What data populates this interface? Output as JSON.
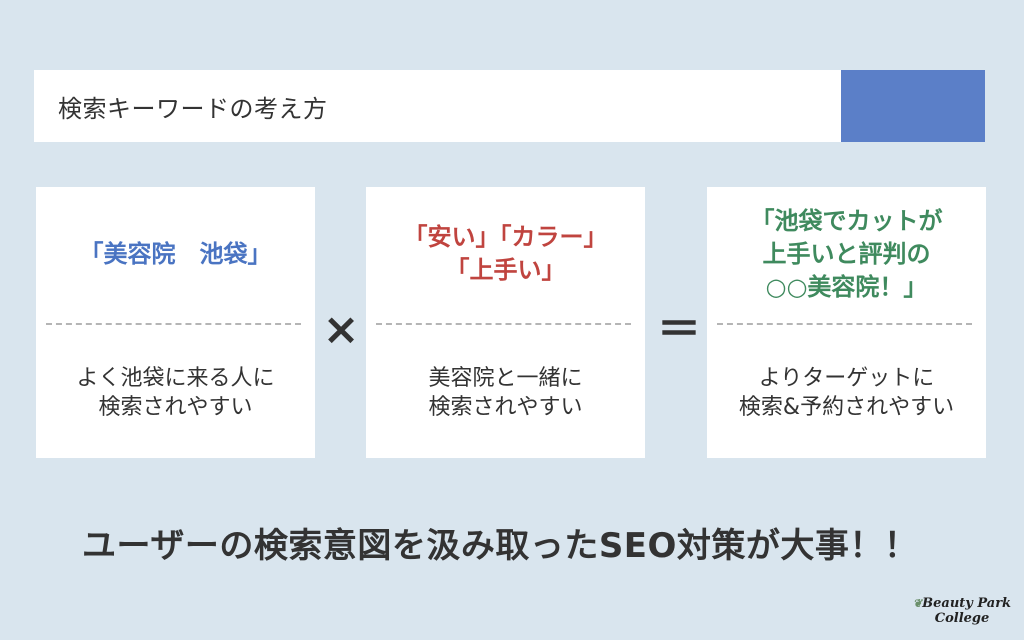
{
  "header": {
    "title": "検索キーワードの考え方",
    "accent_color": "#5b7fc8"
  },
  "cards": [
    {
      "keyword_lines": [
        "「美容院　池袋」"
      ],
      "keyword_color": "#4a74c2",
      "description_lines": [
        "よく池袋に来る人に",
        "検索されやすい"
      ]
    },
    {
      "keyword_lines": [
        "「安い」「カラー」",
        "「上手い」"
      ],
      "keyword_color": "#c0443f",
      "description_lines": [
        "美容院と一緒に",
        "検索されやすい"
      ]
    },
    {
      "keyword_lines": [
        "「池袋でカットが",
        "上手いと評判の",
        "○○美容院！」"
      ],
      "keyword_color": "#3f8a5e",
      "description_lines": [
        "よりターゲットに",
        "検索&予約されやすい"
      ]
    }
  ],
  "operators": {
    "multiply": "×",
    "equals": "＝"
  },
  "conclusion": "ユーザーの検索意図を汲み取ったSEO対策が大事！！",
  "logo": {
    "line1": "Beauty Park",
    "line2": "College"
  },
  "background_color": "#d9e5ee"
}
